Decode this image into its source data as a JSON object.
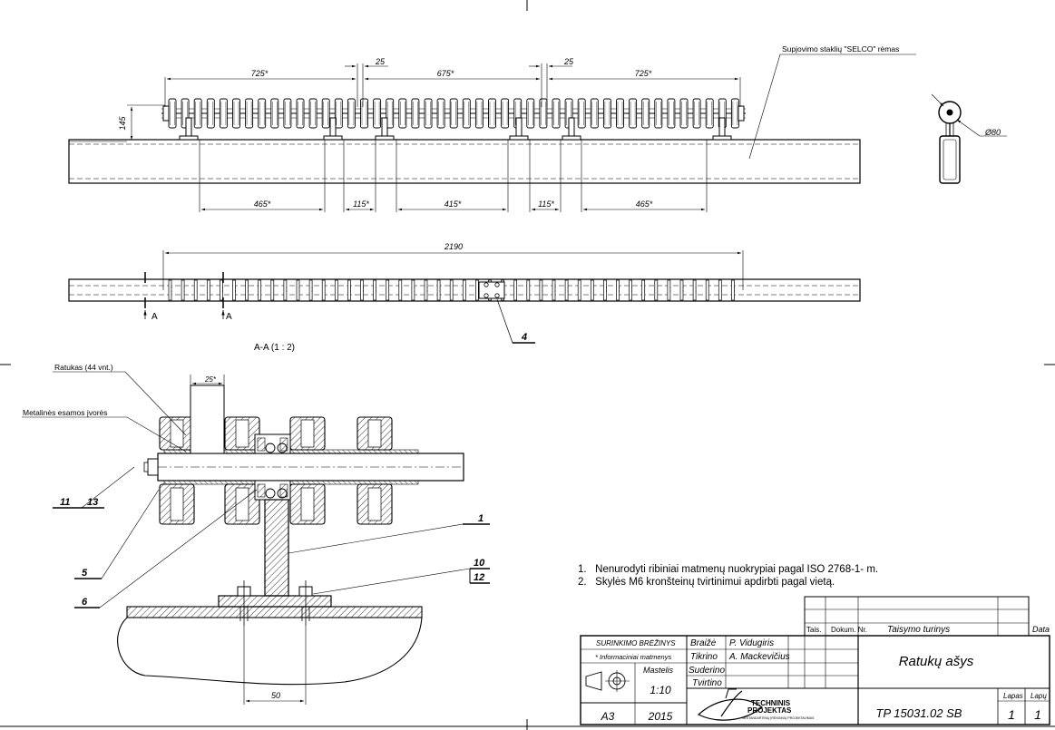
{
  "top_view": {
    "label_frame": "Supjovimo staklių \"SELCO\" rėmas",
    "dim_725_left": "725*",
    "dim_675": "675*",
    "dim_725_right": "725*",
    "dim_25_left": "25",
    "dim_25_right": "25",
    "dim_145": "145",
    "dim_465_left": "465*",
    "dim_115_left": "115*",
    "dim_415": "415*",
    "dim_115_right": "115*",
    "dim_465_right": "465*",
    "dim_phi80": "Ø80"
  },
  "plan_view": {
    "dim_2190": "2190",
    "section_mark_1": "A",
    "section_mark_2": "A",
    "callout_4": "4"
  },
  "section": {
    "title": "A-A  (1 : 2)",
    "label_wheels": "Ratukas (44 vnt.)",
    "label_bushings": "Metalinės esamos įvorės",
    "dim_25": "25*",
    "dim_50": "50",
    "callout_1": "1",
    "callout_5": "5",
    "callout_6": "6",
    "callout_10": "10",
    "callout_12": "12",
    "callout_11": "11",
    "callout_13": "13"
  },
  "notes": [
    "1.   Nenurodyti ribiniai matmenų nuokrypiai pagal ISO 2768-1- m.",
    "2.   Skylės M6 kronšteinų tvirtinimui apdirbti pagal vietą."
  ],
  "title_block": {
    "rev_headers": {
      "tais": "Tais.",
      "dokum": "Dokum. Nr.",
      "content": "Taisymo turinys",
      "data": "Data"
    },
    "doc_type": "SURINKIMO BRĖŽINYS",
    "info_dims": "* Informaciniai matmenys",
    "mastelis_label": "Mastelis",
    "scale": "1:10",
    "format": "A3",
    "year": "2015",
    "roles": [
      "Braižė",
      "Tikrino",
      "Suderino",
      "Tvirtino"
    ],
    "names": [
      "P. Vidugiris",
      "A. Mackevičius",
      "",
      ""
    ],
    "title": "Ratukų ašys",
    "doc_number": "TP 15031.02 SB",
    "lapas_label": "Lapas",
    "lapu_label": "Lapų",
    "lapas": "1",
    "lapu": "1",
    "company_line1": "TECHNINIS",
    "company_line2": "PROJEKTAS",
    "company_tagline": "NESTANDARTINIŲ ĮRENGINIŲ PROJEKTAVIMAS"
  }
}
